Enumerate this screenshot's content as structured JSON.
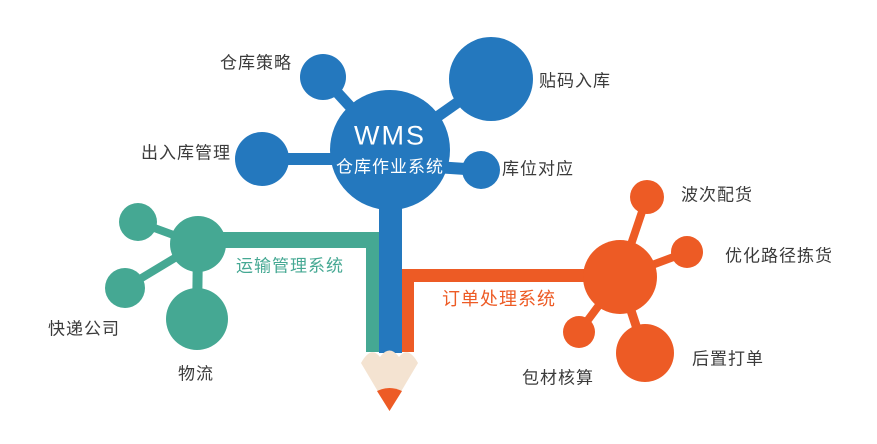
{
  "colors": {
    "blue": "#2478be",
    "teal": "#45a893",
    "orange": "#ed5b25",
    "pencil_wood": "#f4e3d1",
    "label_text": "#3b3b3b",
    "background": "#ffffff"
  },
  "center_node": {
    "title": "WMS",
    "subtitle": "仓库作业系统"
  },
  "warehouse_nodes": [
    {
      "label": "仓库策略"
    },
    {
      "label": "贴码入库"
    },
    {
      "label": "出入库管理"
    },
    {
      "label": "库位对应"
    }
  ],
  "transport_branch": {
    "label": "运输管理系统",
    "nodes": [
      {
        "label": "快递公司"
      },
      {
        "label": "物流"
      }
    ]
  },
  "order_branch": {
    "label": "订单处理系统",
    "nodes": [
      {
        "label": "波次配货"
      },
      {
        "label": "优化路径拣货"
      },
      {
        "label": "后置打单"
      },
      {
        "label": "包材核算"
      }
    ]
  }
}
